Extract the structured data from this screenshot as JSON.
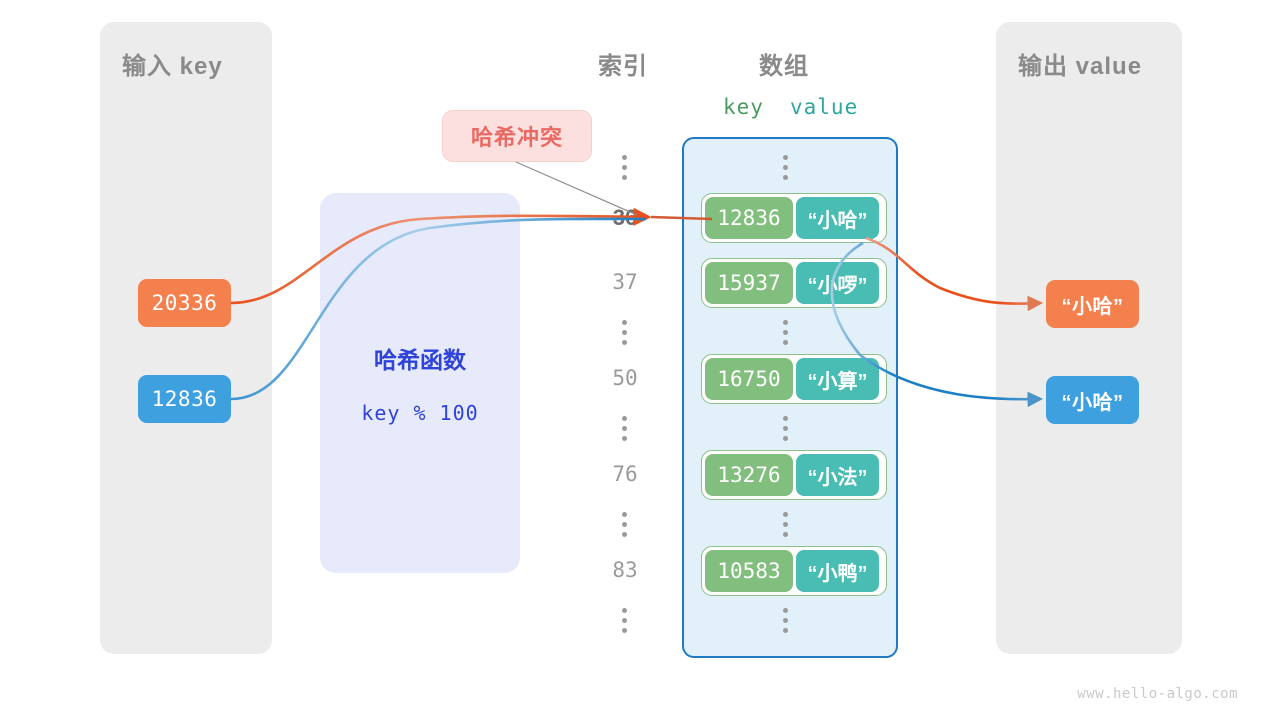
{
  "watermark": "www.hello-algo.com",
  "panels": {
    "input": {
      "title": "输入 key"
    },
    "output": {
      "title": "输出 value"
    }
  },
  "headers": {
    "index": "索引",
    "array": "数组",
    "key_label": "key",
    "value_label": "value"
  },
  "hash_function": {
    "title": "哈希函数",
    "formula": "key % 100"
  },
  "callout": {
    "label": "哈希冲突"
  },
  "inputs": [
    {
      "key": "20336",
      "color": "#f4804e"
    },
    {
      "key": "12836",
      "color": "#3fa0e0"
    }
  ],
  "outputs": [
    {
      "value": "“小哈”",
      "color": "#f4804e"
    },
    {
      "value": "“小哈”",
      "color": "#3fa0e0"
    }
  ],
  "buckets": [
    {
      "index": "36",
      "key": "12836",
      "value": "“小哈”",
      "highlight": true
    },
    {
      "index": "37",
      "key": "15937",
      "value": "“小啰”",
      "highlight": false
    },
    {
      "index": "50",
      "key": "16750",
      "value": "“小算”",
      "highlight": false
    },
    {
      "index": "76",
      "key": "13276",
      "value": "“小法”",
      "highlight": false
    },
    {
      "index": "83",
      "key": "10583",
      "value": "“小鸭”",
      "highlight": false
    }
  ],
  "colors": {
    "panel_bg": "#ececec",
    "hash_bg": "#e6eafb",
    "hash_text": "#2f43d8",
    "array_bg": "#e2f0fa",
    "array_border": "#1e7bc4",
    "key_chip": "#82bf7f",
    "value_chip": "#49bdb4",
    "pair_border": "#8dc08a",
    "callout_bg": "#fbe0df",
    "callout_text": "#ea6a63",
    "orange_wire": "#e8511d",
    "blue_wire": "#1c7fc4",
    "index_text": "#9a9a9a",
    "title_text": "#8a8a8a"
  }
}
